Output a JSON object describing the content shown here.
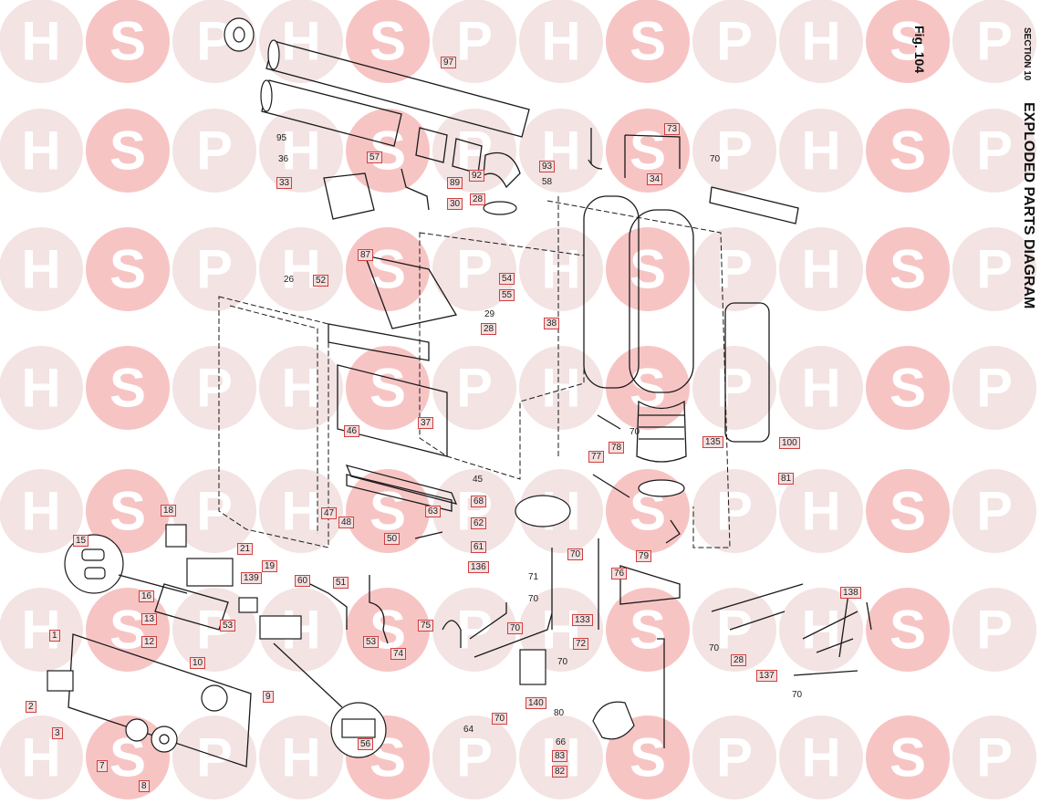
{
  "diagram": {
    "title": "EXPLODED PARTS DIAGRAM",
    "section": "SECTION 10",
    "figure": "Fig. 104"
  },
  "watermark": {
    "letters": [
      "H",
      "S",
      "P"
    ]
  },
  "callouts": [
    {
      "label": "97",
      "boxed": true
    },
    {
      "label": "95",
      "boxed": false
    },
    {
      "label": "36",
      "boxed": false
    },
    {
      "label": "33",
      "boxed": true
    },
    {
      "label": "57",
      "boxed": true
    },
    {
      "label": "89",
      "boxed": true
    },
    {
      "label": "92",
      "boxed": true
    },
    {
      "label": "93",
      "boxed": true
    },
    {
      "label": "58",
      "boxed": false
    },
    {
      "label": "30",
      "boxed": true
    },
    {
      "label": "28",
      "boxed": true
    },
    {
      "label": "73",
      "boxed": true
    },
    {
      "label": "70",
      "boxed": false
    },
    {
      "label": "34",
      "boxed": true
    },
    {
      "label": "87",
      "boxed": true
    },
    {
      "label": "26",
      "boxed": false
    },
    {
      "label": "52",
      "boxed": true
    },
    {
      "label": "54",
      "boxed": true
    },
    {
      "label": "55",
      "boxed": true
    },
    {
      "label": "29",
      "boxed": false
    },
    {
      "label": "28",
      "boxed": true
    },
    {
      "label": "38",
      "boxed": true
    },
    {
      "label": "37",
      "boxed": true
    },
    {
      "label": "46",
      "boxed": true
    },
    {
      "label": "70",
      "boxed": false
    },
    {
      "label": "78",
      "boxed": true
    },
    {
      "label": "135",
      "boxed": true
    },
    {
      "label": "100",
      "boxed": true
    },
    {
      "label": "77",
      "boxed": true
    },
    {
      "label": "45",
      "boxed": false
    },
    {
      "label": "81",
      "boxed": true
    },
    {
      "label": "68",
      "boxed": true
    },
    {
      "label": "63",
      "boxed": true
    },
    {
      "label": "18",
      "boxed": true
    },
    {
      "label": "47",
      "boxed": true
    },
    {
      "label": "48",
      "boxed": true
    },
    {
      "label": "62",
      "boxed": true
    },
    {
      "label": "50",
      "boxed": true
    },
    {
      "label": "15",
      "boxed": true
    },
    {
      "label": "21",
      "boxed": true
    },
    {
      "label": "61",
      "boxed": true
    },
    {
      "label": "70",
      "boxed": true
    },
    {
      "label": "79",
      "boxed": true
    },
    {
      "label": "136",
      "boxed": true
    },
    {
      "label": "71",
      "boxed": false
    },
    {
      "label": "76",
      "boxed": true
    },
    {
      "label": "19",
      "boxed": true
    },
    {
      "label": "139",
      "boxed": true
    },
    {
      "label": "60",
      "boxed": true
    },
    {
      "label": "51",
      "boxed": true
    },
    {
      "label": "16",
      "boxed": true
    },
    {
      "label": "70",
      "boxed": false
    },
    {
      "label": "133",
      "boxed": true
    },
    {
      "label": "138",
      "boxed": true
    },
    {
      "label": "13",
      "boxed": true
    },
    {
      "label": "53",
      "boxed": true
    },
    {
      "label": "75",
      "boxed": true
    },
    {
      "label": "70",
      "boxed": true
    },
    {
      "label": "72",
      "boxed": true
    },
    {
      "label": "1",
      "boxed": true
    },
    {
      "label": "12",
      "boxed": true
    },
    {
      "label": "53",
      "boxed": true
    },
    {
      "label": "74",
      "boxed": true
    },
    {
      "label": "70",
      "boxed": false
    },
    {
      "label": "28",
      "boxed": true
    },
    {
      "label": "137",
      "boxed": true
    },
    {
      "label": "10",
      "boxed": true
    },
    {
      "label": "70",
      "boxed": false
    },
    {
      "label": "140",
      "boxed": true
    },
    {
      "label": "9",
      "boxed": true
    },
    {
      "label": "2",
      "boxed": true
    },
    {
      "label": "3",
      "boxed": true
    },
    {
      "label": "80",
      "boxed": false
    },
    {
      "label": "70",
      "boxed": false
    },
    {
      "label": "70",
      "boxed": true
    },
    {
      "label": "64",
      "boxed": false
    },
    {
      "label": "56",
      "boxed": true
    },
    {
      "label": "7",
      "boxed": true
    },
    {
      "label": "66",
      "boxed": false
    },
    {
      "label": "83",
      "boxed": true
    },
    {
      "label": "82",
      "boxed": true
    },
    {
      "label": "8",
      "boxed": true
    }
  ]
}
